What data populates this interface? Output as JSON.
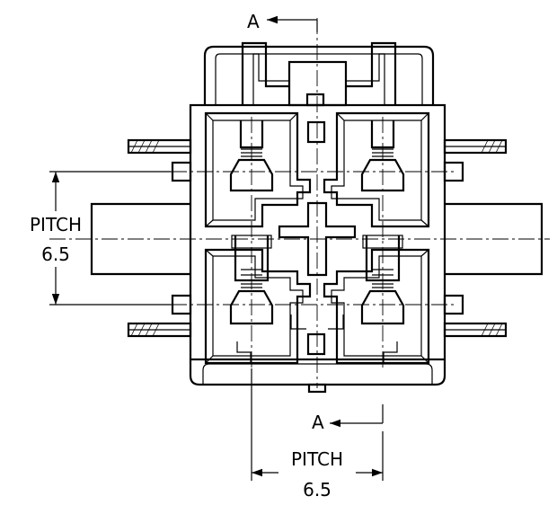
{
  "section_markers": {
    "top": "A",
    "bottom": "A"
  },
  "dimensions": {
    "vertical": {
      "label": "PITCH",
      "value": "6.5"
    },
    "horizontal": {
      "label": "PITCH",
      "value": "6.5"
    }
  }
}
